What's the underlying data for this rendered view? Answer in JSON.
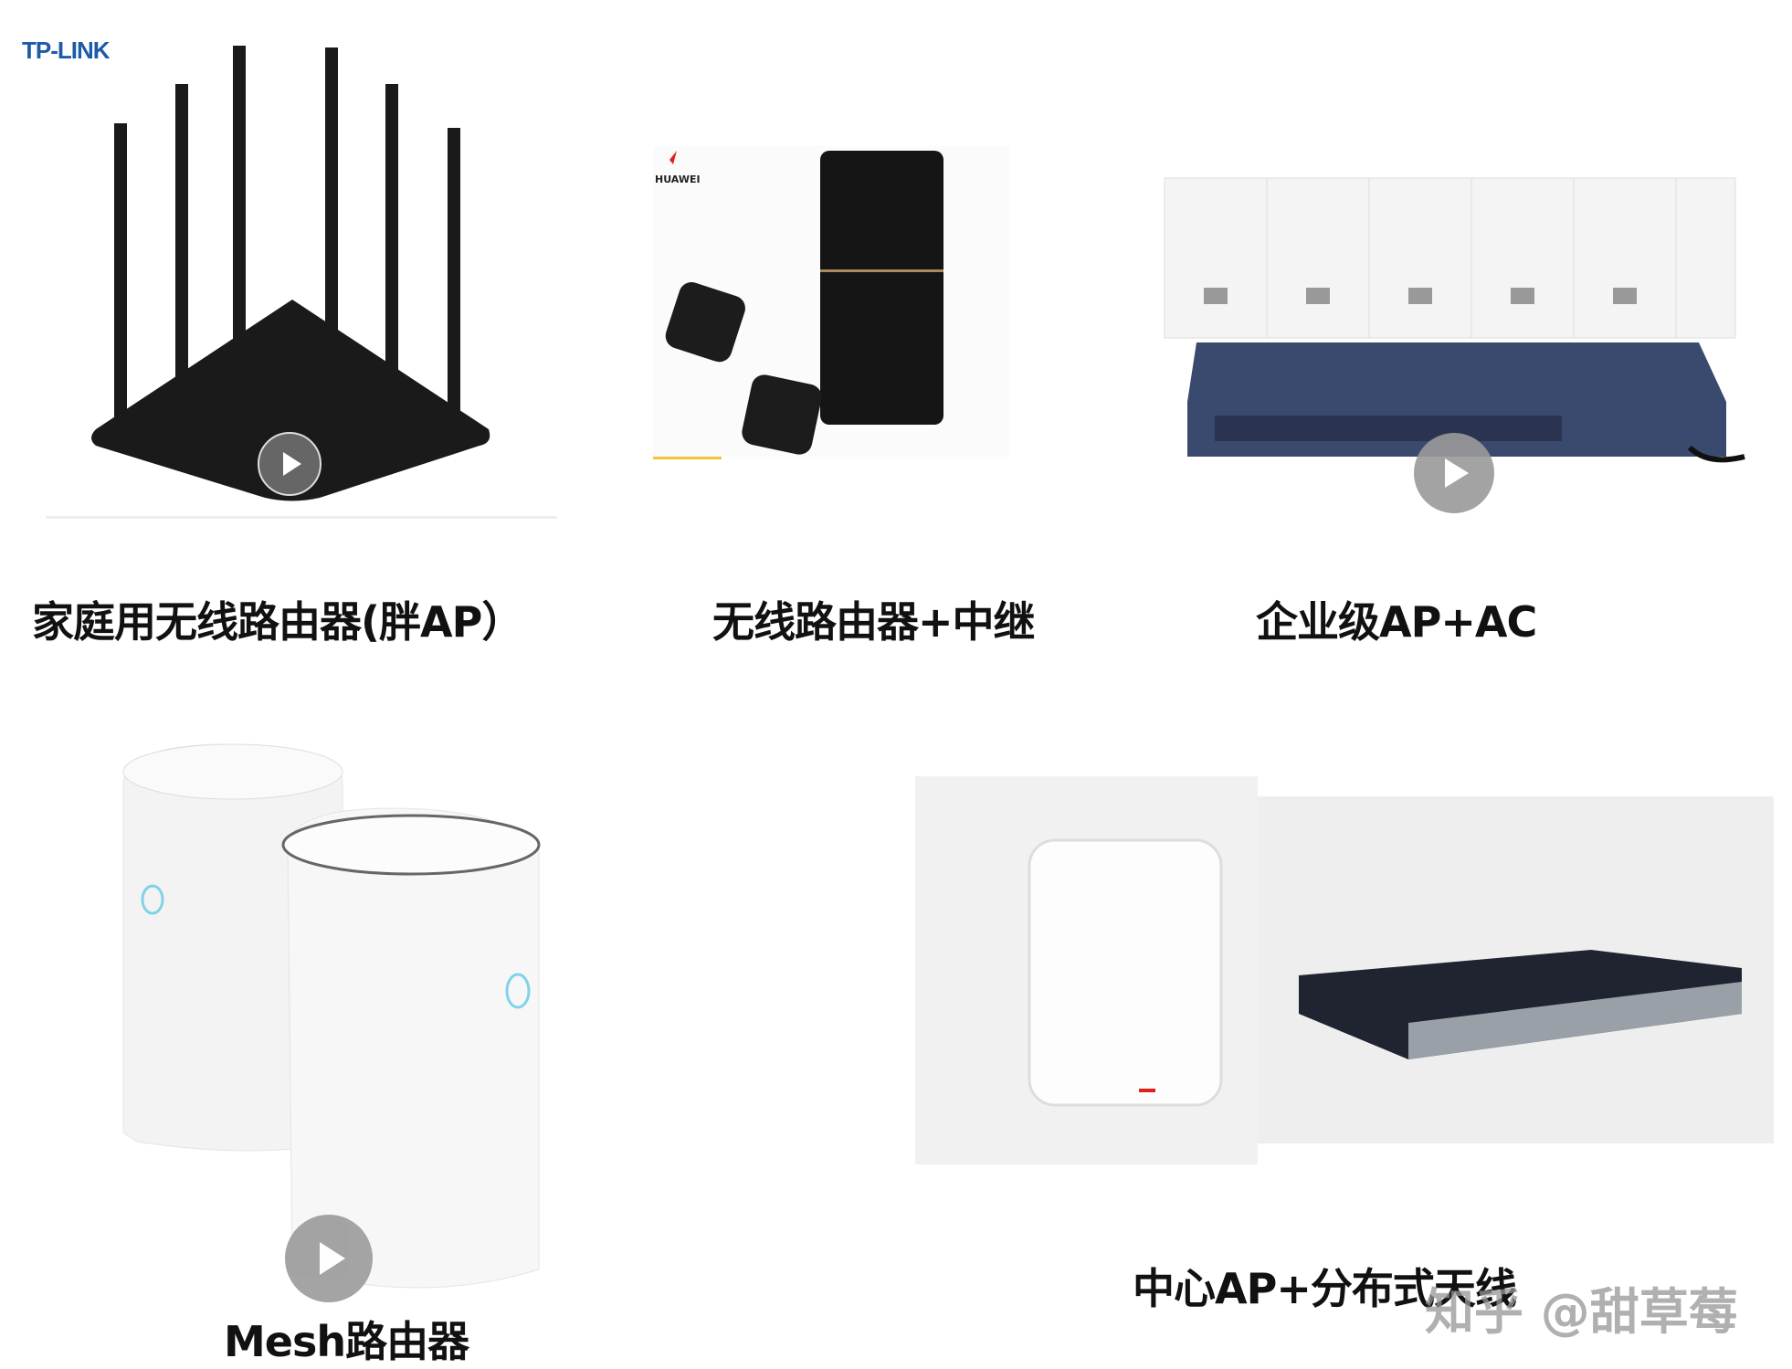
{
  "items": [
    {
      "caption": "家庭用无线路由器(胖AP）",
      "logo": "TP-LINK",
      "has_play_button": true
    },
    {
      "caption": "无线路由器+中继",
      "logo": "HUAWEI",
      "has_play_button": false
    },
    {
      "caption": "企业级AP+AC",
      "has_play_button": true
    },
    {
      "caption": "Mesh路由器",
      "has_play_button": true
    },
    {
      "caption": "中心AP+分布式天线",
      "has_play_button": false
    }
  ],
  "watermark": "知乎 @甜草莓",
  "colors": {
    "tplink_blue": "#1d5aa8",
    "huawei_red": "#e0201c",
    "switch_blue": "#3a4a6e",
    "mesh_led": "#7fd3e6"
  }
}
